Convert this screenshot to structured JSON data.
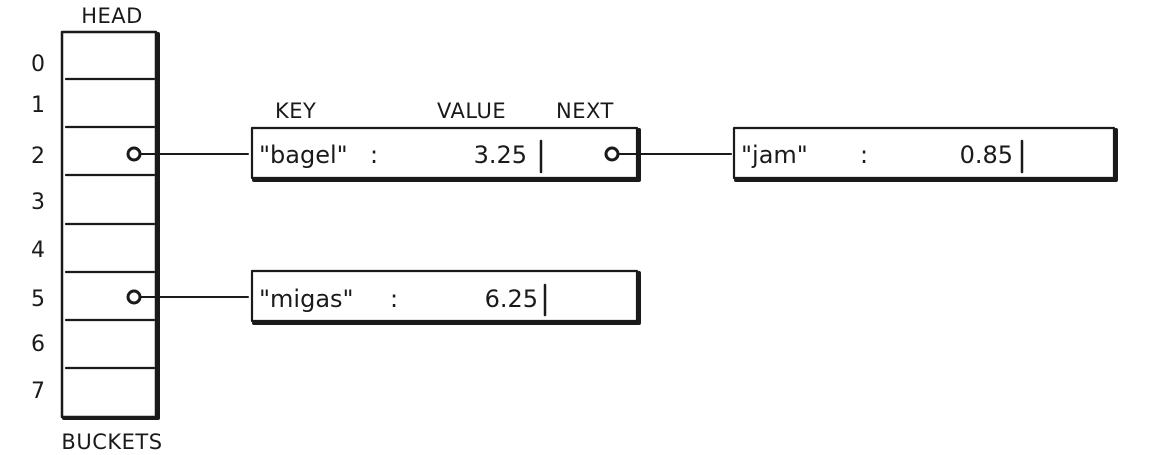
{
  "head_label": "HEAD",
  "buckets_label": "BUCKETS",
  "columns": {
    "key": "KEY",
    "value": "VALUE",
    "next": "NEXT"
  },
  "bucket_indices": [
    "0",
    "1",
    "2",
    "3",
    "4",
    "5",
    "6",
    "7"
  ],
  "entries": [
    {
      "key": "\"bagel\"",
      "sep": ":",
      "value": "3.25",
      "bucket": "2"
    },
    {
      "key": "\"jam\"",
      "sep": ":",
      "value": "0.85",
      "bucket": "2"
    },
    {
      "key": "\"migas\"",
      "sep": ":",
      "value": "6.25",
      "bucket": "5"
    }
  ]
}
